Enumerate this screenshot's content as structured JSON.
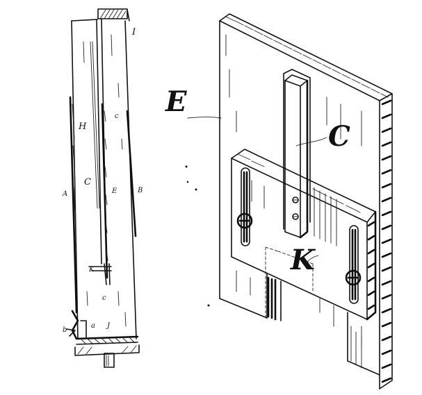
{
  "figure_left": {
    "labels": {
      "I": "I",
      "H": "H",
      "c_top": "c",
      "C": "C",
      "A": "A",
      "E": "E",
      "B": "B",
      "K": "K",
      "c_bottom": "c",
      "b": "b",
      "a": "a",
      "J": "J"
    }
  },
  "figure_right": {
    "labels": {
      "E": "E",
      "C": "C",
      "K": "K"
    }
  },
  "colors": {
    "ink": "#111111",
    "paper": "#ffffff"
  }
}
